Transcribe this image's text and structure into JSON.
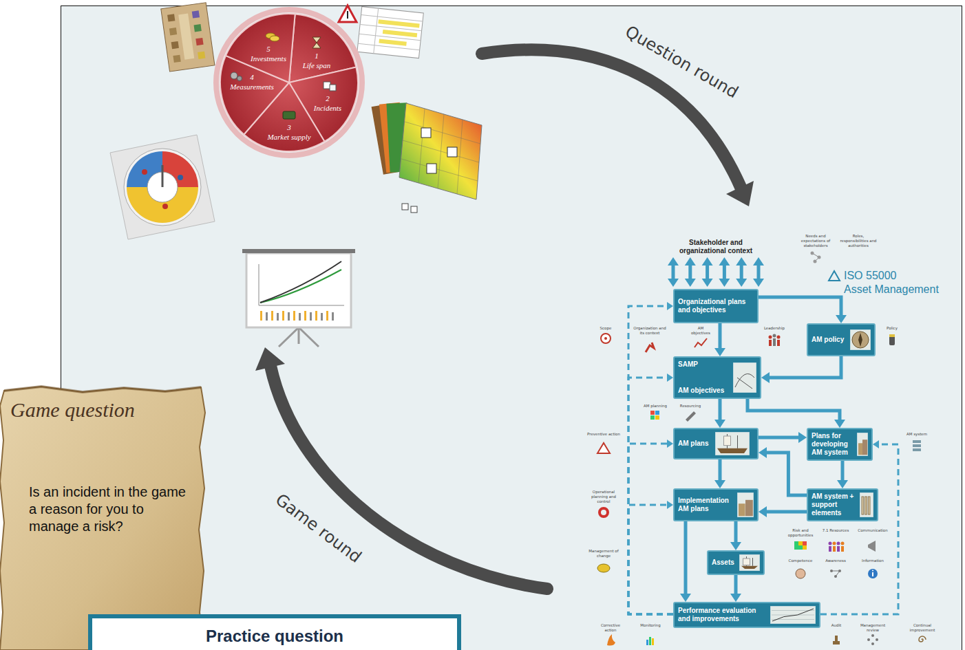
{
  "diagram": {
    "nodes": [
      {
        "text": [
          "1",
          "Life span"
        ]
      },
      {
        "text": [
          "2",
          "Incidents"
        ]
      },
      {
        "text": [
          "3",
          "Market supply"
        ]
      },
      {
        "text": [
          "4",
          "Measurements"
        ]
      },
      {
        "text": [
          "5",
          "Investments"
        ]
      },
      {
        "text": [
          "Stakeholder and organizational context"
        ]
      },
      {
        "text": [
          "Organizational plans and objectives"
        ]
      },
      {
        "text": [
          "AM policy"
        ]
      },
      {
        "text": [
          "SAMP",
          "AM objectives"
        ]
      },
      {
        "text": [
          "AM plans"
        ]
      },
      {
        "text": [
          "Plans for developing AM system"
        ]
      },
      {
        "text": [
          "Implementation AM plans"
        ]
      },
      {
        "text": [
          "AM system + support elements"
        ]
      },
      {
        "text": [
          "Assets"
        ]
      },
      {
        "text": [
          "Performance evaluation and improvements"
        ]
      },
      {
        "text": [
          "Game question",
          "Is an incident in the game a reason for you to manage a risk?"
        ]
      },
      {
        "text": [
          "Practice question"
        ]
      }
    ],
    "edges": [
      {
        "from": 5,
        "to": 6,
        "arrow": "both"
      },
      {
        "from": 6,
        "to": 8,
        "arrow": "to"
      },
      {
        "from": 6,
        "to": 7,
        "arrow": "to"
      },
      {
        "from": 7,
        "to": 8,
        "arrow": "to"
      },
      {
        "from": 8,
        "to": 9,
        "arrow": "to"
      },
      {
        "from": 8,
        "to": 10,
        "arrow": "to"
      },
      {
        "from": 9,
        "to": 10,
        "arrow": "to"
      },
      {
        "from": 9,
        "to": 11,
        "arrow": "to"
      },
      {
        "from": 10,
        "to": 12,
        "arrow": "to"
      },
      {
        "from": 12,
        "to": 9,
        "arrow": "to"
      },
      {
        "from": 12,
        "to": 11,
        "arrow": "to"
      },
      {
        "from": 11,
        "to": 13,
        "arrow": "to"
      },
      {
        "from": 11,
        "to": 14,
        "arrow": "to"
      },
      {
        "from": 13,
        "to": 14,
        "arrow": "to"
      },
      {
        "from": 14,
        "to": 6,
        "arrow": "to"
      },
      {
        "from": 14,
        "to": 8,
        "arrow": "to"
      },
      {
        "from": 14,
        "to": 9,
        "arrow": "to"
      },
      {
        "from": 14,
        "to": 11,
        "arrow": "to"
      },
      {
        "from": 14,
        "to": 10,
        "arrow": "to"
      }
    ],
    "labels": [
      "Question round",
      "Game round",
      "ISO 55000",
      "Asset Management",
      "Needs and expectations of stakeholders",
      "Roles, responsibilities and authorities",
      "Scope",
      "Organization and its context",
      "AM objectives",
      "Leadership",
      "Policy",
      "AM planning",
      "Resourcing",
      "Preventive action",
      "AM system",
      "Operational planning and control",
      "Management of change",
      "Risk and opportunities",
      "7.1 Resources",
      "Communication",
      "Competence",
      "Awareness",
      "Information",
      "Corrective action",
      "Monitoring",
      "Audit",
      "Management review",
      "Continual improvement"
    ]
  }
}
